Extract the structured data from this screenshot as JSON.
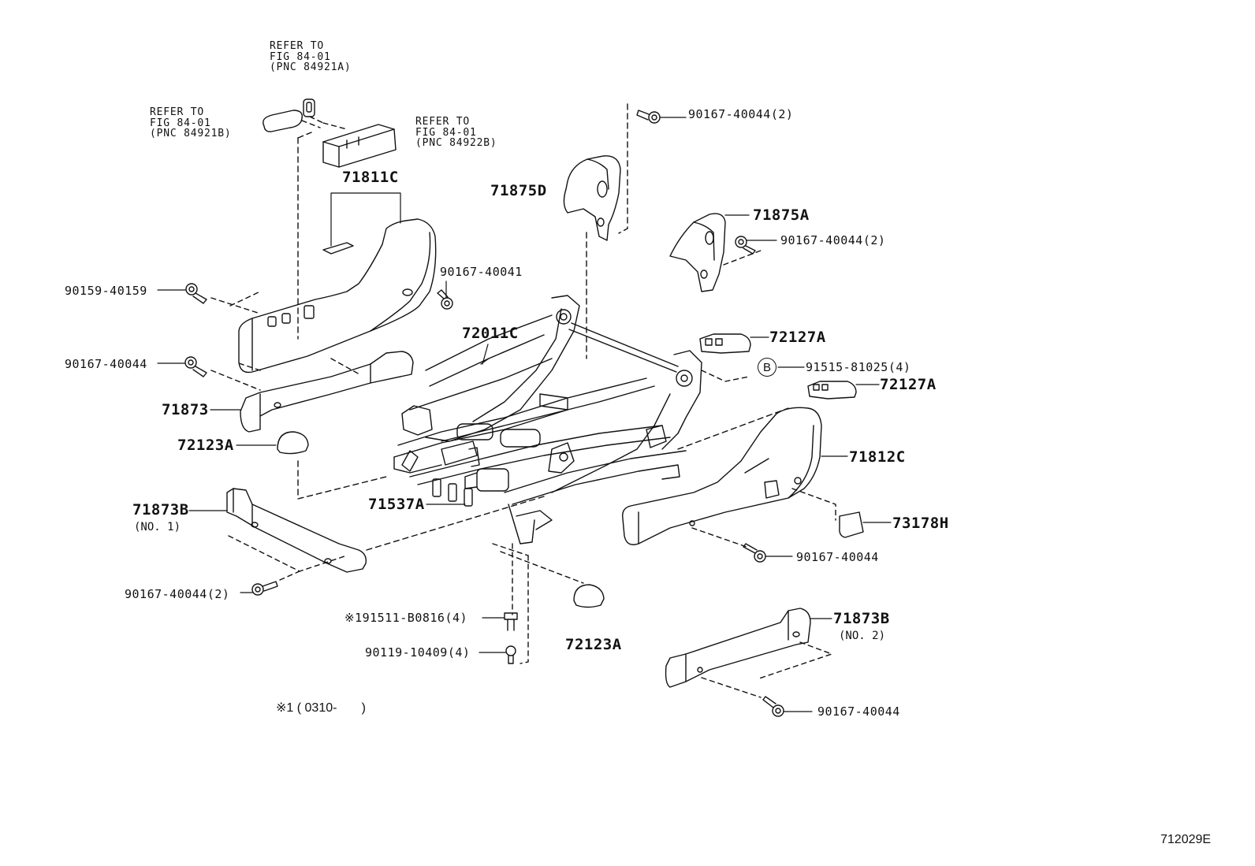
{
  "references": {
    "top": [
      "REFER TO",
      "FIG 84-01",
      "(PNC 84921A)"
    ],
    "left": [
      "REFER TO",
      "FIG 84-01",
      "(PNC 84921B)"
    ],
    "right": [
      "REFER TO",
      "FIG 84-01",
      "(PNC 84922B)"
    ]
  },
  "labels": {
    "p71811C": "71811C",
    "p71875D": "71875D",
    "p71875A": "71875A",
    "p90167_40044_2_top": "90167-40044(2)",
    "p90167_40044_2_mid": "90167-40044(2)",
    "p90167_40041": "90167-40041",
    "p90159_40159": "90159-40159",
    "p90167_40044_left": "90167-40044",
    "p72011C": "72011C",
    "p72127A_1": "72127A",
    "p91515": "91515-81025(4)",
    "p72127A_2": "72127A",
    "p71873": "71873",
    "p72123A_1": "72123A",
    "p71812C": "71812C",
    "p71873B_1": "71873B",
    "p71873B_1_sub": "(NO. 1)",
    "p71537A": "71537A",
    "p73178H": "73178H",
    "p90167_40044_right": "90167-40044",
    "p90167_40044_2_bot": "90167-40044(2)",
    "p191511": "※191511-B0816(4)",
    "p72123A_2": "72123A",
    "p90119": "90119-10409(4)",
    "p71873B_2": "71873B",
    "p71873B_2_sub": "(NO. 2)",
    "p90167_40044_bot": "90167-40044",
    "circle_b": "B"
  },
  "note": "※1 ( 0310-       )",
  "figure_id": "712029E"
}
